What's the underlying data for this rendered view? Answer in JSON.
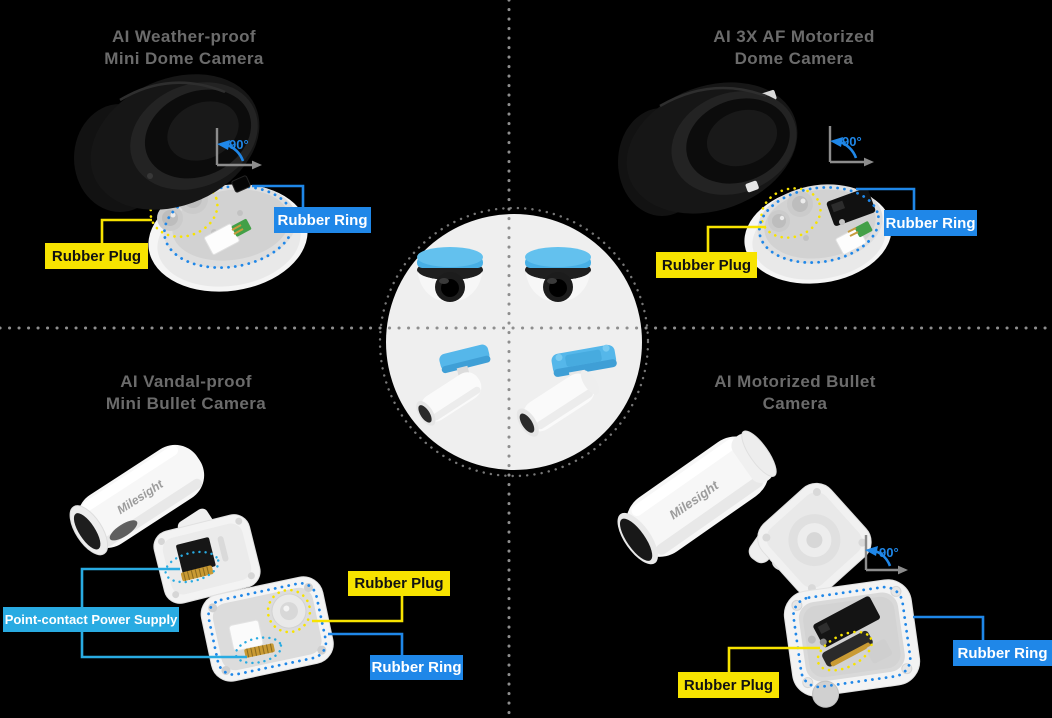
{
  "page": {
    "background": "#000000"
  },
  "colors": {
    "label_blue": "#1F87E8",
    "label_yellow": "#F7E300",
    "label_cyan": "#29ABE2",
    "angle_blue": "#1F87E8",
    "heading_gray": "#6B6B6B",
    "center_circle_fill": "#EFEFEF",
    "divider_dot_gray": "#8E8E8E",
    "product_accent_blue": "#55B7EA"
  },
  "brand_logo": "Milesight",
  "quadrants": {
    "top_left": {
      "title_line1": "AI Weather-proof",
      "title_line2": "Mini Dome Camera",
      "angle": "90°",
      "labels": {
        "rubber_ring": "Rubber Ring",
        "rubber_plug": "Rubber Plug"
      }
    },
    "top_right": {
      "title_line1": "AI 3X AF Motorized",
      "title_line2": "Dome Camera",
      "angle": "90°",
      "labels": {
        "rubber_ring": "Rubber Ring",
        "rubber_plug": "Rubber Plug"
      }
    },
    "bottom_left": {
      "title_line1": "AI Vandal-proof",
      "title_line2": "Mini Bullet Camera",
      "labels": {
        "power_supply": "Point-contact Power Supply",
        "rubber_plug": "Rubber Plug",
        "rubber_ring": "Rubber Ring"
      }
    },
    "bottom_right": {
      "title_line1": "AI Motorized Bullet",
      "title_line2": "Camera",
      "angle": "90°",
      "labels": {
        "rubber_ring": "Rubber Ring",
        "rubber_plug": "Rubber Plug"
      }
    }
  }
}
